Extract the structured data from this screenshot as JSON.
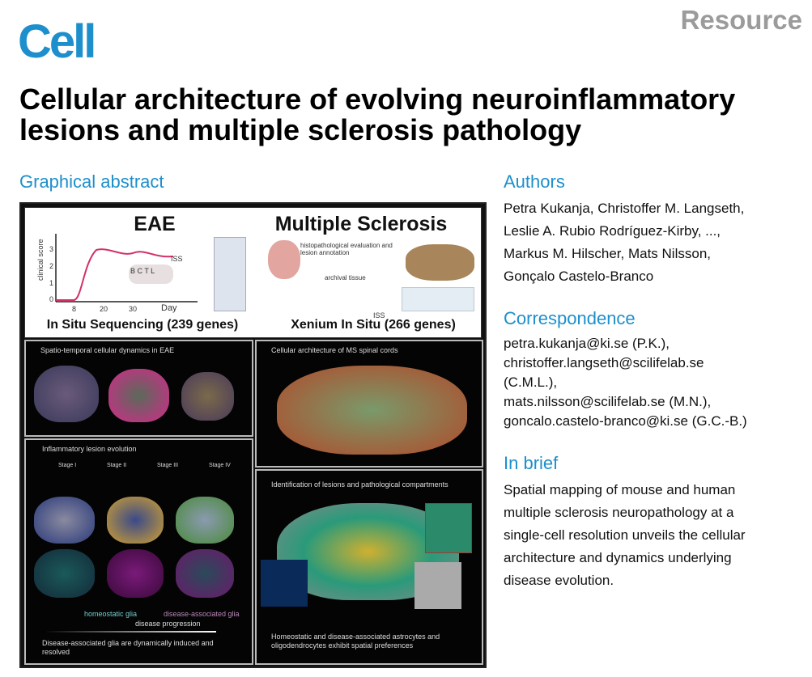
{
  "header": {
    "journal": "Cell",
    "article_type": "Resource",
    "title": "Cellular architecture of evolving neuroinflammatory lesions and multiple sclerosis pathology"
  },
  "graphical_abstract": {
    "heading": "Graphical abstract",
    "left_title": "EAE",
    "right_title": "Multiple Sclerosis",
    "chart_ylabel": "clinical score",
    "chart_yticks": [
      "0",
      "1",
      "2",
      "3"
    ],
    "chart_xticks": [
      "8",
      "20",
      "30"
    ],
    "chart_xlabel": "Day",
    "mouse_labels": "B C T L",
    "iss": "ISS",
    "histo_label": "histopathological evaluation and lesion annotation",
    "archival_label": "archival tissue",
    "left_method": "In Situ Sequencing (239 genes)",
    "right_method": "Xenium In Situ (266 genes)",
    "panel1": "Spatio-temporal cellular dynamics in EAE",
    "panel2": "Cellular architecture of MS spinal cords",
    "panel3": "Inflammatory lesion evolution",
    "stages": [
      "Stage I",
      "Stage II",
      "Stage III",
      "Stage IV"
    ],
    "homeostatic": "homeostatic glia",
    "disease_assoc": "disease-associated glia",
    "progression": "disease progression",
    "panel3_caption": "Disease-associated glia are dynamically induced and resolved",
    "panel4": "Identification of lesions and pathological compartments",
    "panel4_caption": "Homeostatic and disease-associated astrocytes and oligodendrocytes exhibit spatial preferences"
  },
  "authors": {
    "heading": "Authors",
    "lines": [
      "Petra Kukanja, Christoffer M. Langseth,",
      "Leslie A. Rubio Rodríguez-Kirby, ...,",
      "Markus M. Hilscher, Mats Nilsson,",
      "Gonçalo Castelo-Branco"
    ]
  },
  "correspondence": {
    "heading": "Correspondence",
    "lines": [
      "petra.kukanja@ki.se (P.K.),",
      "christoffer.langseth@scilifelab.se",
      "(C.M.L.),",
      "mats.nilsson@scilifelab.se (M.N.),",
      "goncalo.castelo-branco@ki.se (G.C.-B.)"
    ]
  },
  "in_brief": {
    "heading": "In brief",
    "lines": [
      "Spatial mapping of mouse and human",
      "multiple sclerosis neuropathology at a",
      "single-cell resolution unveils the cellular",
      "architecture and dynamics underlying",
      "disease evolution."
    ]
  },
  "colors": {
    "brand": "#1d8fcc",
    "resource": "#9b9b9b"
  }
}
